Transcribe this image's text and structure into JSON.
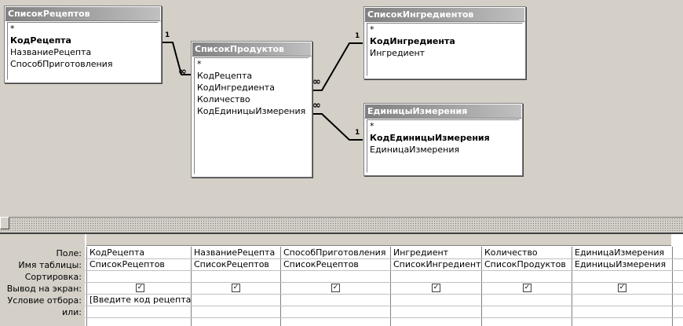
{
  "tables": [
    {
      "id": "recipes",
      "title": "СписокРецептов",
      "fields": [
        {
          "name": "*",
          "key": false
        },
        {
          "name": "КодРецепта",
          "key": true
        },
        {
          "name": "НазваниеРецепта",
          "key": false
        },
        {
          "name": "СпособПриготовления",
          "key": false
        }
      ]
    },
    {
      "id": "products",
      "title": "СписокПродуктов",
      "fields": [
        {
          "name": "*",
          "key": false
        },
        {
          "name": "КодРецепта",
          "key": false
        },
        {
          "name": "КодИнгредиента",
          "key": false
        },
        {
          "name": "Количество",
          "key": false
        },
        {
          "name": "КодЕдиницыИзмерения",
          "key": false
        }
      ]
    },
    {
      "id": "ingredients",
      "title": "СписокИнгредиентов",
      "fields": [
        {
          "name": "*",
          "key": false
        },
        {
          "name": "КодИнгредиента",
          "key": true
        },
        {
          "name": "Ингредиент",
          "key": false
        }
      ]
    },
    {
      "id": "units",
      "title": "ЕдиницыИзмерения",
      "fields": [
        {
          "name": "*",
          "key": false
        },
        {
          "name": "КодЕдиницыИзмерения",
          "key": true
        },
        {
          "name": "ЕдиницаИзмерения",
          "key": false
        }
      ]
    }
  ],
  "relations": {
    "one": "1",
    "many": "∞"
  },
  "grid": {
    "row_labels": [
      "Поле:",
      "Имя таблицы:",
      "Сортировка:",
      "Вывод на экран:",
      "Условие отбора:",
      "или:"
    ],
    "columns": [
      {
        "field": "КодРецепта",
        "table": "СписокРецептов",
        "sort": "",
        "show": true,
        "criteria": "[Введите код рецепта]",
        "or": ""
      },
      {
        "field": "НазваниеРецепта",
        "table": "СписокРецептов",
        "sort": "",
        "show": true,
        "criteria": "",
        "or": ""
      },
      {
        "field": "СпособПриготовления",
        "table": "СписокРецептов",
        "sort": "",
        "show": true,
        "criteria": "",
        "or": ""
      },
      {
        "field": "Ингредиент",
        "table": "СписокИнгредиент",
        "sort": "",
        "show": true,
        "criteria": "",
        "or": ""
      },
      {
        "field": "Количество",
        "table": "СписокПродуктов",
        "sort": "",
        "show": true,
        "criteria": "",
        "or": ""
      },
      {
        "field": "ЕдиницаИзмерения",
        "table": "ЕдиницыИзмерения",
        "sort": "",
        "show": true,
        "criteria": "",
        "or": ""
      }
    ]
  }
}
